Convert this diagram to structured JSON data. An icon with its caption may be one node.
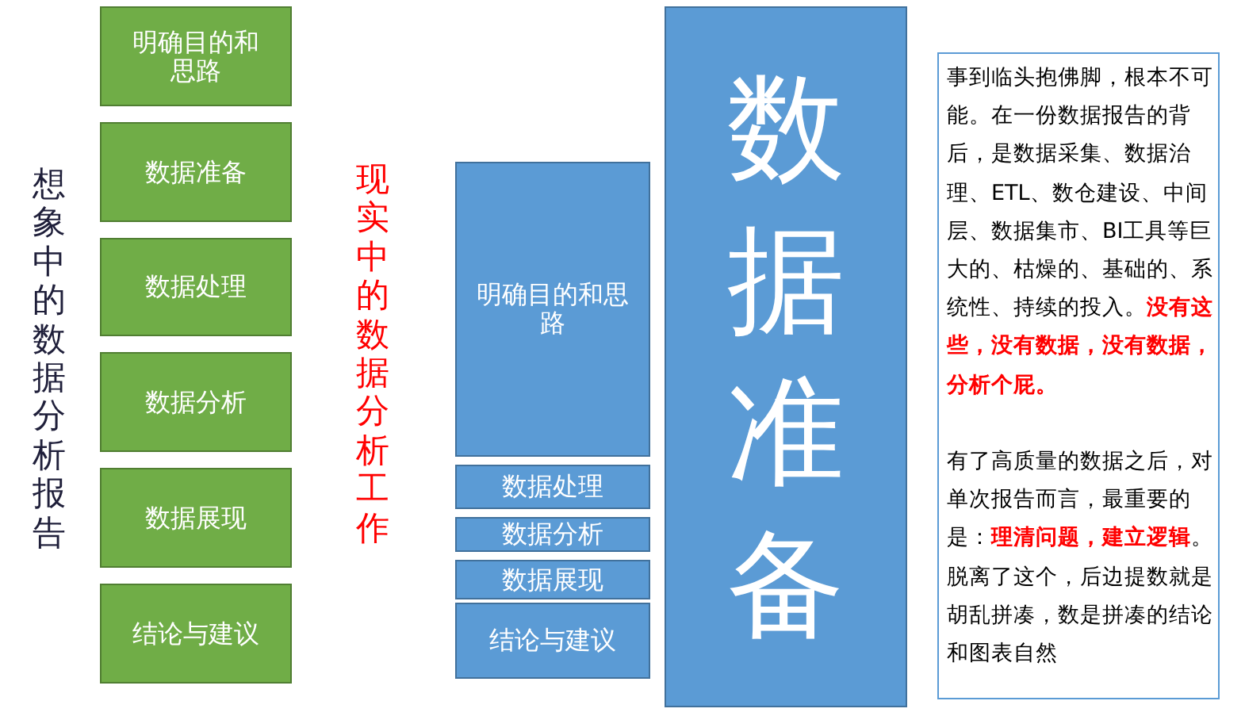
{
  "diagram": {
    "nodes": [
      {
        "text": [
          "明确目的和思路"
        ]
      },
      {
        "text": [
          "数据准备"
        ]
      },
      {
        "text": [
          "数据处理"
        ]
      },
      {
        "text": [
          "数据分析"
        ]
      },
      {
        "text": [
          "数据展现"
        ]
      },
      {
        "text": [
          "结论与建议"
        ]
      },
      {
        "text": [
          "明确目的和思路"
        ]
      },
      {
        "text": [
          "数据处理"
        ]
      },
      {
        "text": [
          "数据分析"
        ]
      },
      {
        "text": [
          "数据展现"
        ]
      },
      {
        "text": [
          "结论与建议"
        ]
      },
      {
        "text": [
          "数据准备"
        ]
      },
      {
        "text": [
          "事到临头抱佛脚，根本不可能。在一份数据报告的背后，是数据采集、数据治理、ETL、数仓建设、中间层、数据集市、BI工具等巨大的、枯燥的、基础的、系统性、持续的投入。**没有这些，没有数据，没有数据，分析个屁。**",
          "有了高质量的数据之后，对单次报告而言，最重要的是：**理清问题，建立逻辑**。脱离了这个，后边提数就是胡乱拼凑，数是拼凑的结论和图表自然"
        ]
      }
    ],
    "labels": [
      "想象中的数据分析报告",
      "现实中的数据分析工作"
    ]
  }
}
